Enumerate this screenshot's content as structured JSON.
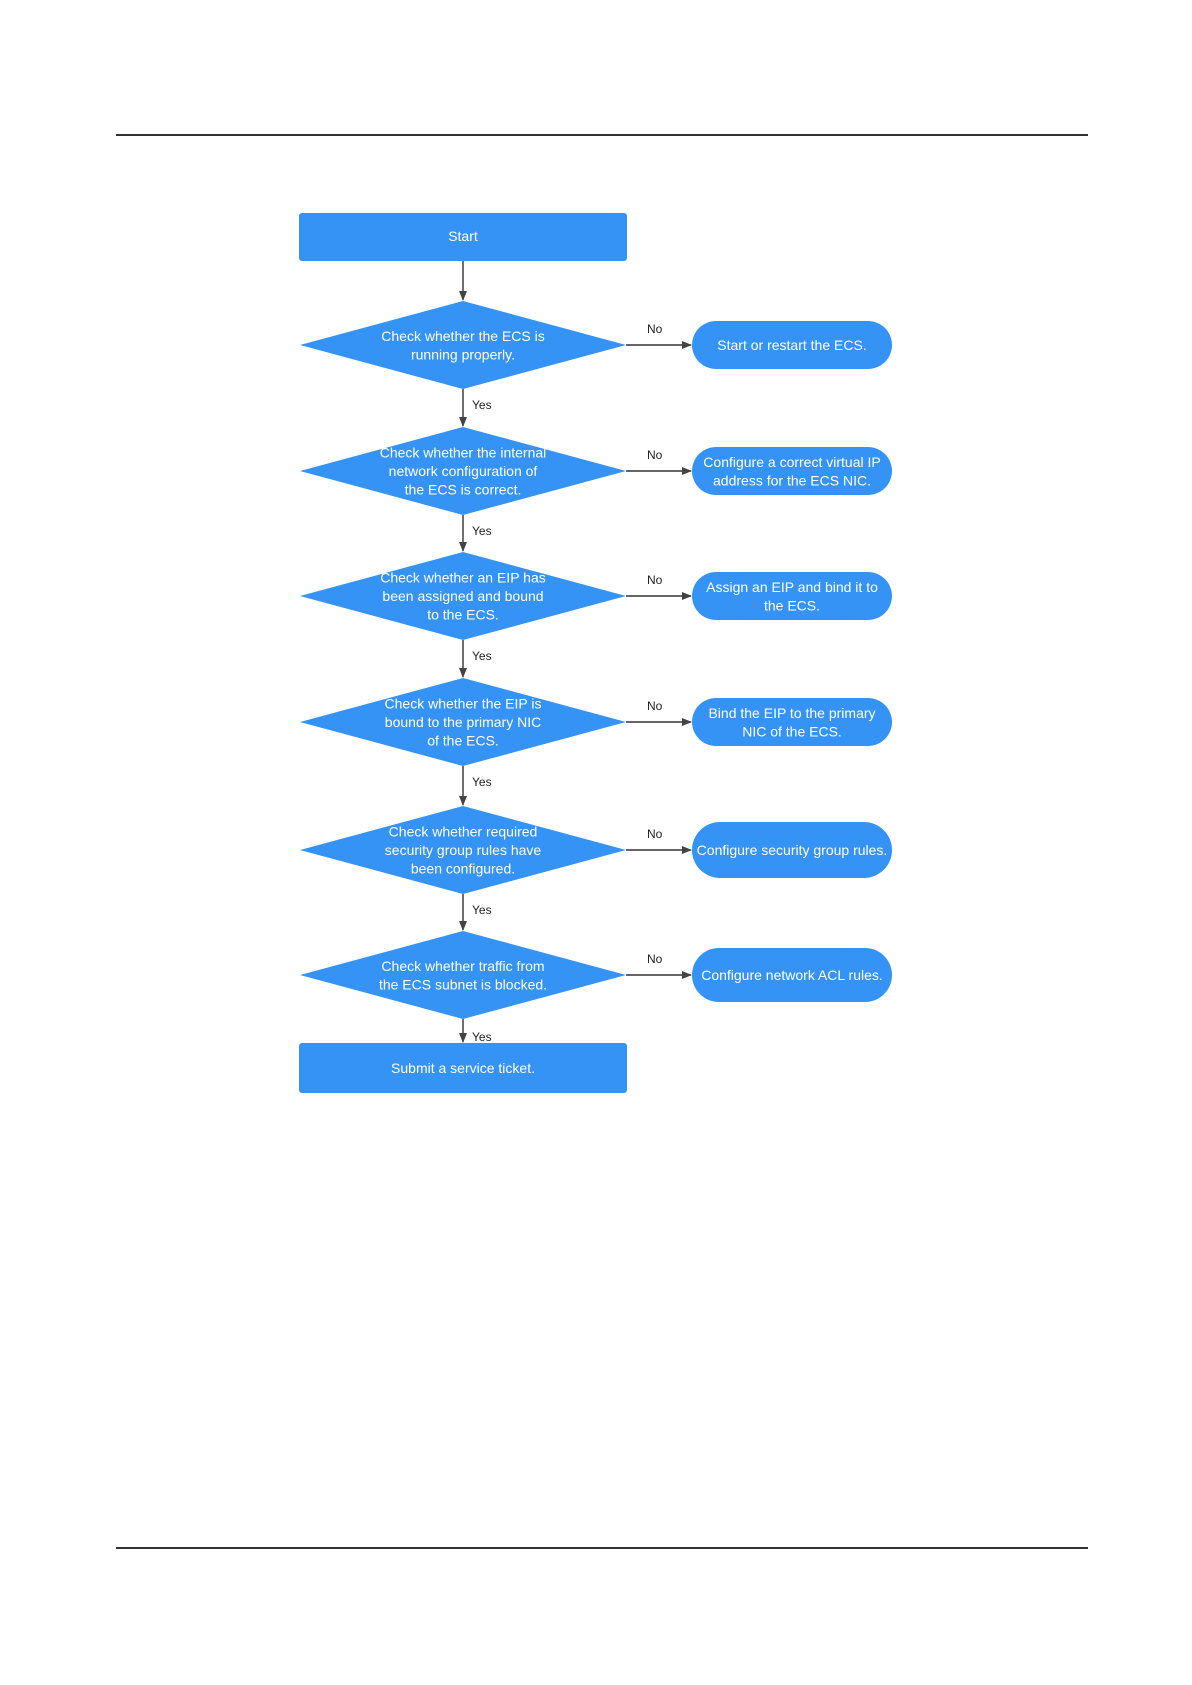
{
  "colors": {
    "node_fill": "#3593f5",
    "line": "#333333",
    "arrow": "#444444"
  },
  "start": {
    "label": "Start"
  },
  "end": {
    "label": "Submit a service ticket."
  },
  "edge_labels": {
    "yes": "Yes",
    "no": "No"
  },
  "decisions": [
    {
      "lines": [
        "Check whether the ECS is",
        "running properly."
      ],
      "action_lines": [
        "Start or restart the ECS."
      ]
    },
    {
      "lines": [
        "Check whether the internal",
        "network configuration of",
        "the ECS is correct."
      ],
      "action_lines": [
        "Configure a correct virtual IP",
        "address for the ECS NIC."
      ]
    },
    {
      "lines": [
        "Check whether an EIP has",
        "been assigned and bound",
        "to the ECS."
      ],
      "action_lines": [
        "Assign an EIP and bind it to",
        "the ECS."
      ]
    },
    {
      "lines": [
        "Check whether the EIP is",
        "bound to the primary NIC",
        "of the ECS."
      ],
      "action_lines": [
        "Bind the EIP to the primary",
        "NIC of the ECS."
      ]
    },
    {
      "lines": [
        "Check whether required",
        "security group rules have",
        "been configured."
      ],
      "action_lines": [
        "Configure security group rules."
      ]
    },
    {
      "lines": [
        "Check whether traffic from",
        "the ECS subnet is blocked."
      ],
      "action_lines": [
        "Configure network ACL rules."
      ]
    }
  ]
}
